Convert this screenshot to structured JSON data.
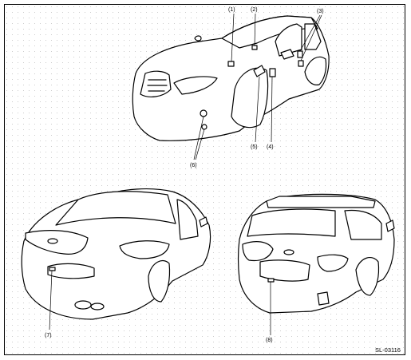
{
  "figure": {
    "code": "SL-03116",
    "callouts": [
      "(1)",
      "(2)",
      "(3)",
      "(4)",
      "(5)",
      "(6)",
      "(7)",
      "(8)"
    ]
  },
  "colors": {
    "line": "#000000",
    "background": "#ffffff",
    "dots": "#bbbbbb"
  }
}
